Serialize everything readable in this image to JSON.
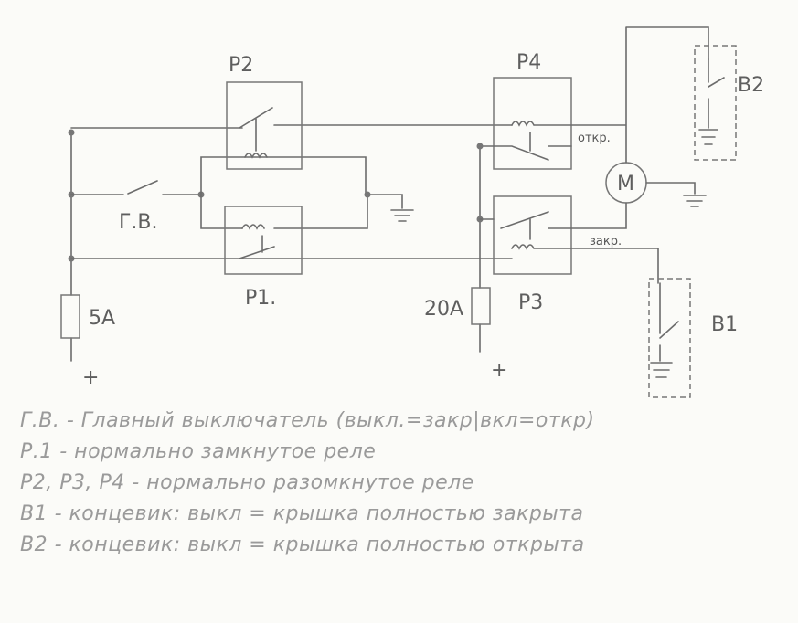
{
  "labels": {
    "p2": "Р2",
    "p4": "Р4",
    "p1": "Р1.",
    "p3": "Р3",
    "b1": "В1",
    "b2": "В2",
    "main_switch": "Г.В.",
    "fuse_5a": "5А",
    "fuse_20a": "20А",
    "motor": "М",
    "open": "откр.",
    "close": "закр.",
    "plus_left": "+",
    "plus_right": "+"
  },
  "legend": [
    "Г.В. - Главный выключатель (выкл.=закр|вкл=откр)",
    "Р.1 - нормально замкнутое реле",
    "Р2, Р3, Р4 - нормально разомкнутое реле",
    "В1 - концевик: выкл = крышка полностью закрыта",
    "В2 - концевик: выкл = крышка полностью открыта"
  ]
}
